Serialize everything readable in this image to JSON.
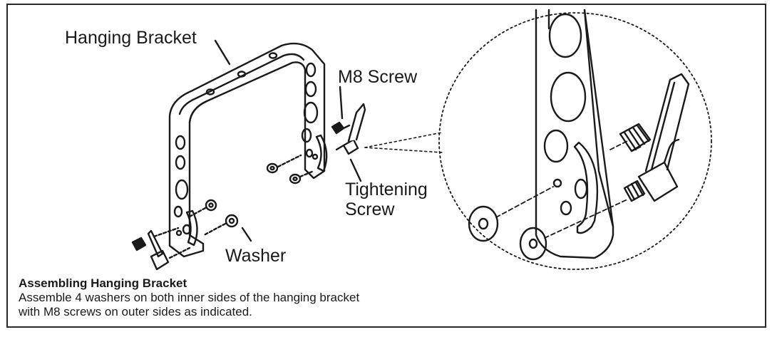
{
  "labels": {
    "hanging_bracket": "Hanging Bracket",
    "m8_screw": "M8  Screw",
    "tightening_screw_line1": "Tightening",
    "tightening_screw_line2": "Screw",
    "washer": "Washer"
  },
  "caption": {
    "title": "Assembling Hanging Bracket",
    "line1": "Assemble 4 washers on both inner sides of the hanging bracket",
    "line2": "with M8 screws on outer sides as indicated."
  }
}
